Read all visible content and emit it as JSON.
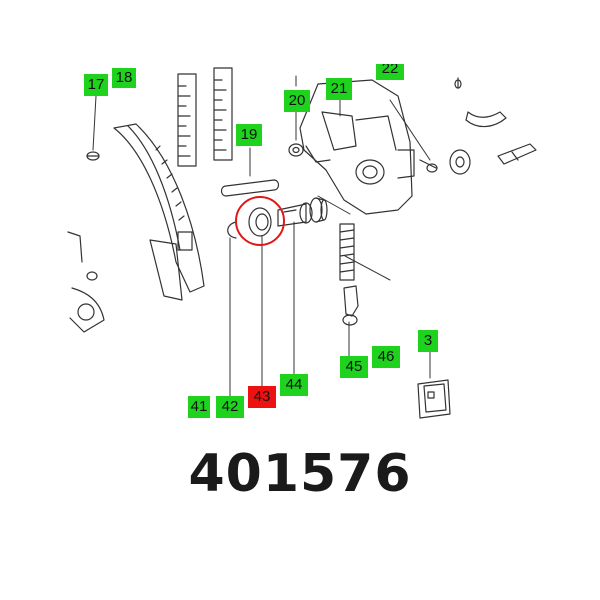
{
  "part_number": "401576",
  "colors": {
    "callout_green": "#1ed21e",
    "callout_highlight_red": "#ee1111",
    "highlight_circle_red": "#e01818",
    "line_art": "#333333"
  },
  "callouts": [
    {
      "id": "17",
      "label": "17",
      "highlighted": false
    },
    {
      "id": "18",
      "label": "18",
      "highlighted": false
    },
    {
      "id": "19",
      "label": "19",
      "highlighted": false
    },
    {
      "id": "20",
      "label": "20",
      "highlighted": false
    },
    {
      "id": "21",
      "label": "21",
      "highlighted": false
    },
    {
      "id": "22",
      "label": "22",
      "highlighted": false
    },
    {
      "id": "3",
      "label": "3",
      "highlighted": false
    },
    {
      "id": "41",
      "label": "41",
      "highlighted": false
    },
    {
      "id": "42",
      "label": "42",
      "highlighted": false
    },
    {
      "id": "43",
      "label": "43",
      "highlighted": true
    },
    {
      "id": "44",
      "label": "44",
      "highlighted": false
    },
    {
      "id": "45",
      "label": "45",
      "highlighted": false
    },
    {
      "id": "46",
      "label": "46",
      "highlighted": false
    }
  ],
  "highlighted_part": "43"
}
